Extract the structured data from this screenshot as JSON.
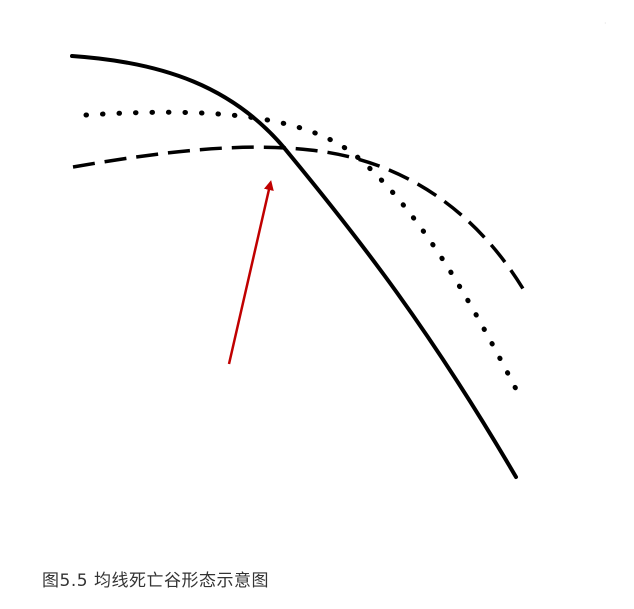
{
  "figure": {
    "caption": "图5.5 均线死亡谷形态示意图"
  },
  "colors": {
    "curve": "#000000",
    "arrow": "#c00000",
    "caption_text": "#333333"
  },
  "curves": [
    {
      "name": "solid-curve",
      "style": "solid"
    },
    {
      "name": "dotted-curve",
      "style": "dotted"
    },
    {
      "name": "dashed-curve",
      "style": "dashed"
    }
  ],
  "annotation": {
    "type": "arrow",
    "points_to": "crossover-point"
  }
}
